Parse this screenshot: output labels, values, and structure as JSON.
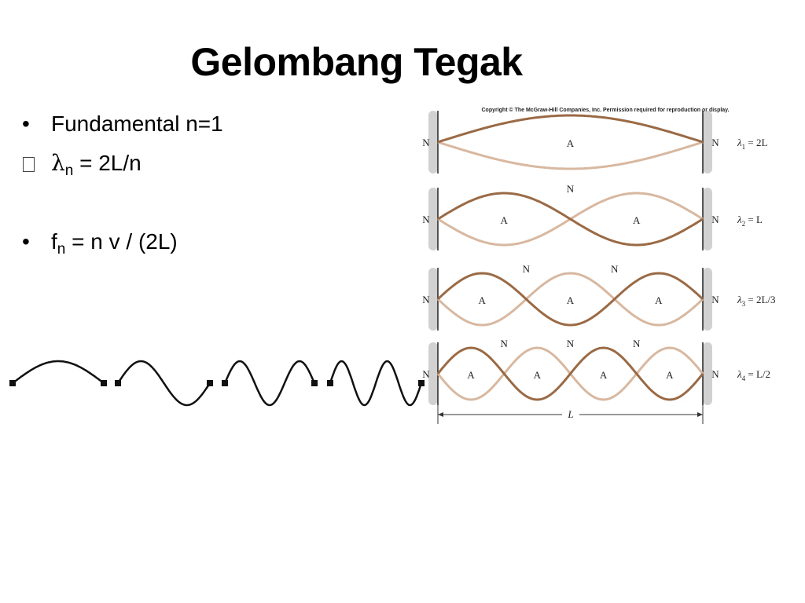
{
  "slide": {
    "title": "Gelombang Tegak",
    "bullets": {
      "b1": {
        "marker": "•",
        "text": "Fundamental n=1"
      },
      "b2": {
        "symbol": "λ",
        "sub": "n",
        "text": " = 2L/n"
      },
      "b3": {
        "marker": "•",
        "prefix": "f",
        "sub": "n",
        "text": " = n v / (2L)"
      }
    }
  },
  "figure": {
    "copyright": "Copyright © The McGraw-Hill Companies, Inc. Permission required for reproduction or display.",
    "node_label": "N",
    "antinode_label": "A",
    "length_label": "L",
    "colors": {
      "dark_string": "#9a6a45",
      "light_string": "#d8b8a0",
      "wall": "#9a9a9a"
    },
    "modes": [
      {
        "n": 1,
        "equation_lhs": "λ",
        "equation_sub": "1",
        "equation_rhs": " = 2L"
      },
      {
        "n": 2,
        "equation_lhs": "λ",
        "equation_sub": "2",
        "equation_rhs": " = L"
      },
      {
        "n": 3,
        "equation_lhs": "λ",
        "equation_sub": "3",
        "equation_rhs": " = 2L/3"
      },
      {
        "n": 4,
        "equation_lhs": "λ",
        "equation_sub": "4",
        "equation_rhs": " = L/2"
      }
    ]
  },
  "sketch": {
    "segments": [
      1,
      2,
      3,
      4
    ],
    "color": "#111111"
  }
}
